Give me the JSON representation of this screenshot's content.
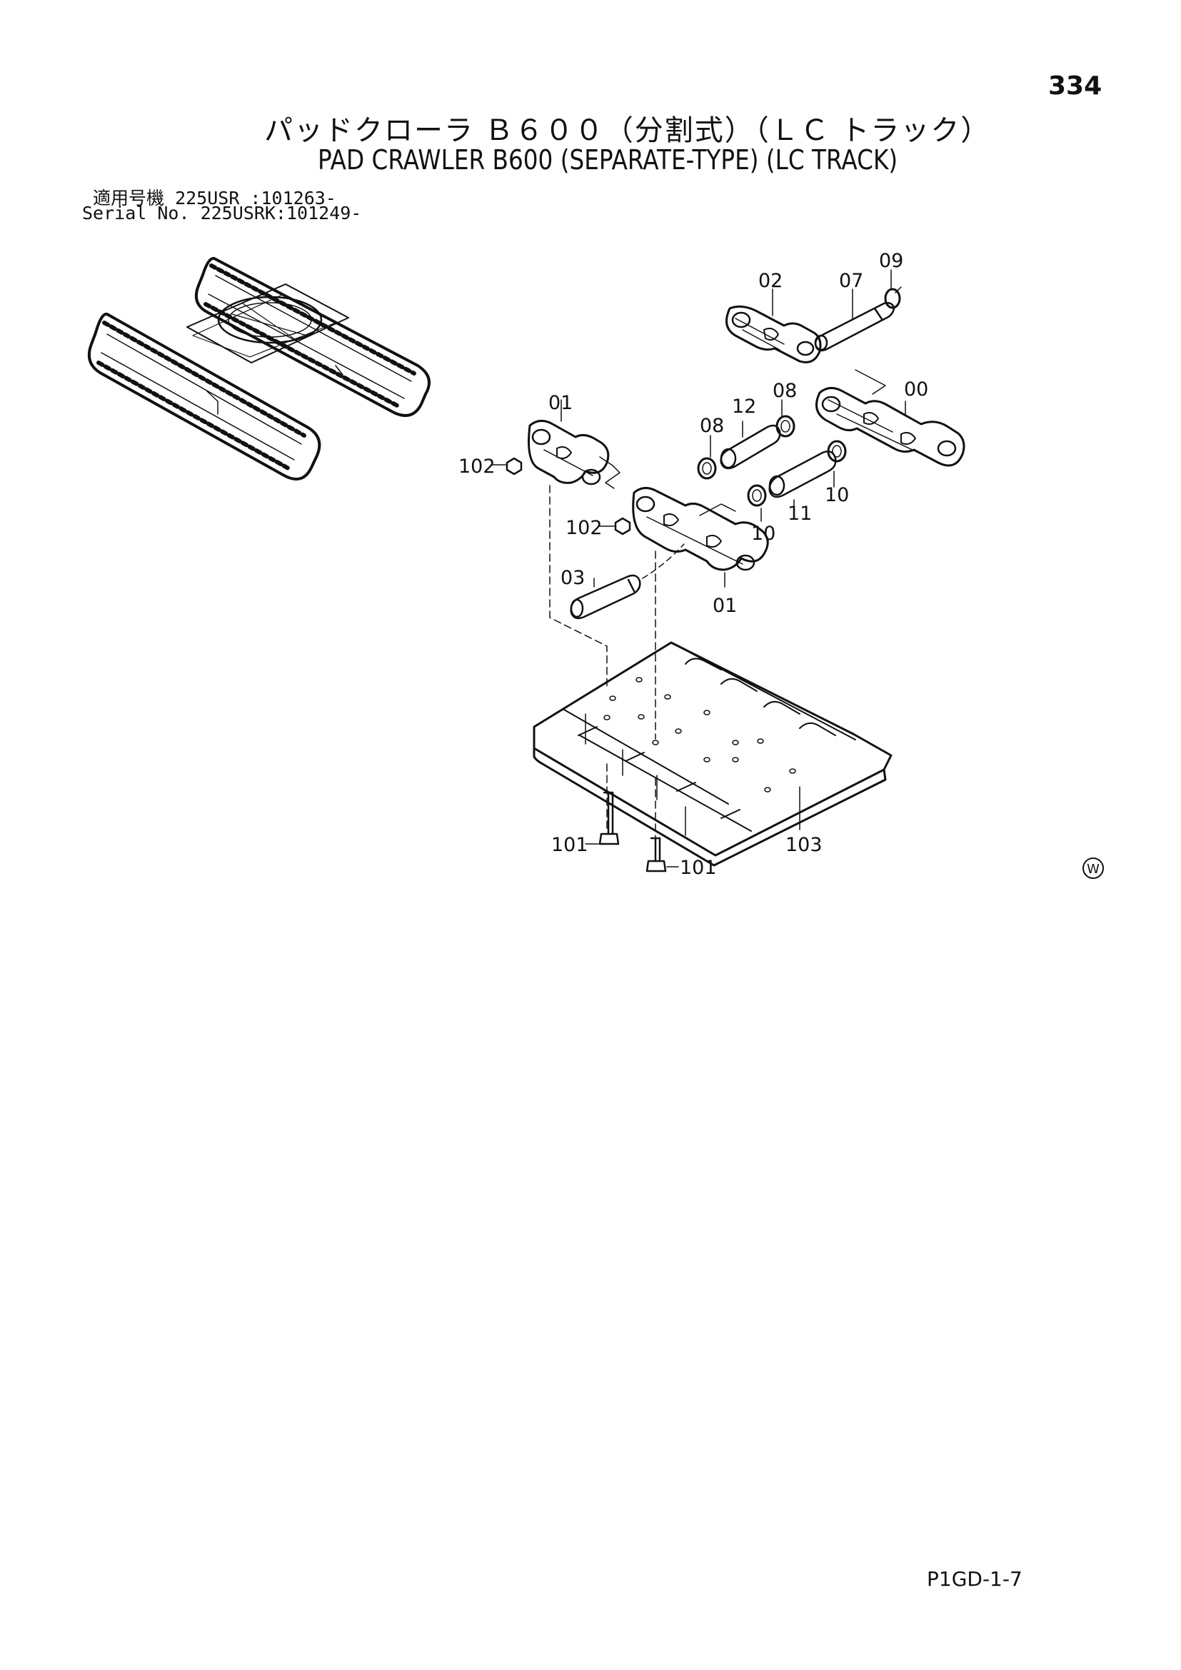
{
  "page": {
    "number": "334",
    "footer_code": "P1GD-1-7",
    "corner_mark": "W"
  },
  "title": {
    "japanese": "パッドクローラ Ｂ６００（分割式）（ＬＣ トラック）",
    "english": "PAD CRAWLER B600 (SEPARATE-TYPE) (LC TRACK)"
  },
  "serial": {
    "line1_label": "適用号機",
    "line1_value": "225USR :101263-",
    "line2_label": "Serial No.",
    "line2_value": "225USRK:101249-"
  },
  "callouts": {
    "c09": "09",
    "c02": "02",
    "c07": "07",
    "c00": "00",
    "c08a": "08",
    "c12": "12",
    "c08b": "08",
    "c01a": "01",
    "c102a": "102",
    "c102b": "102",
    "c10a": "10",
    "c10b": "10",
    "c11": "11",
    "c03": "03",
    "c01b": "01",
    "c101a": "101",
    "c101b": "101",
    "c103": "103"
  }
}
